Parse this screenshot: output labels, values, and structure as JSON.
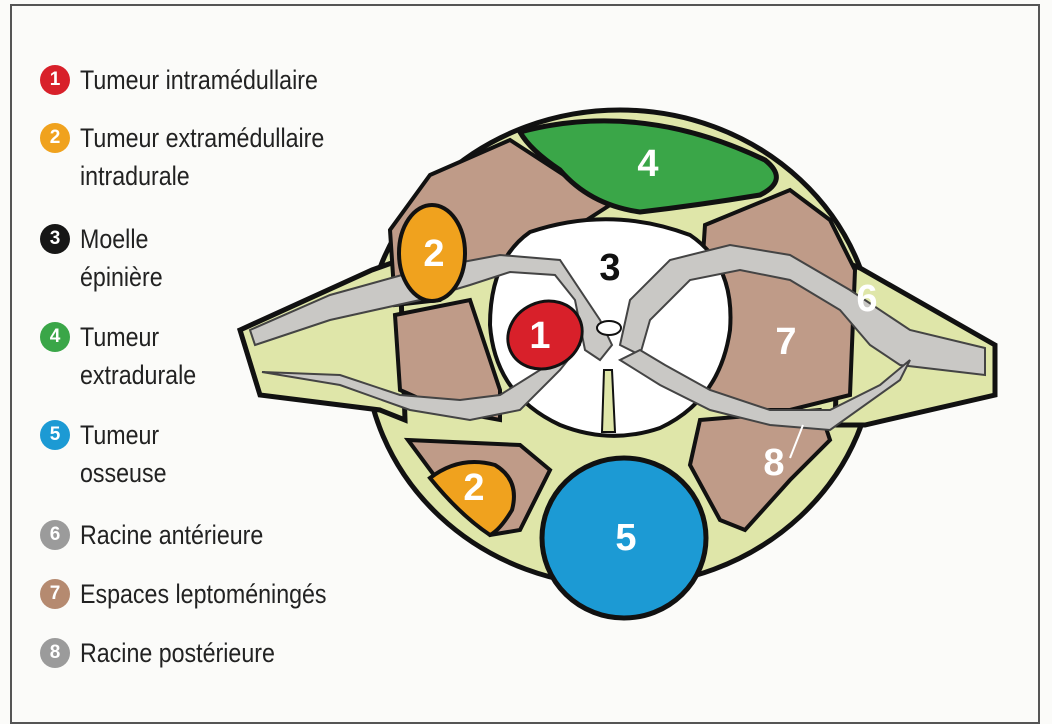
{
  "legend": [
    {
      "num": "1",
      "label": "Tumeur intramédullaire",
      "color": "#d8202a"
    },
    {
      "num": "2",
      "label": "Tumeur extramédullaire\nintradurale",
      "color": "#f0a21e"
    },
    {
      "num": "3",
      "label": "Moelle\népinière",
      "color": "#161616"
    },
    {
      "num": "4",
      "label": "Tumeur\nextradurale",
      "color": "#3aa648"
    },
    {
      "num": "5",
      "label": "Tumeur\nosseuse",
      "color": "#1c9ad4"
    },
    {
      "num": "6",
      "label": "Racine antérieure",
      "color": "#9b9b9b"
    },
    {
      "num": "7",
      "label": "Espaces leptoméningés",
      "color": "#b58a70"
    },
    {
      "num": "8",
      "label": "Racine postérieure",
      "color": "#9b9b9b"
    }
  ],
  "diagram_labels": {
    "intramedullary": "1",
    "intradural_top": "2",
    "intradural_bottom": "2",
    "spinal_cord": "3",
    "extradural": "4",
    "bone": "5",
    "anterior_root": "6",
    "leptomeningeal": "7",
    "posterior_root": "8"
  },
  "colors": {
    "outer_ring": "#dfe6a9",
    "leptomeningeal": "#bf9b88",
    "cord": "#ffffff",
    "nerve": "#c9c8c5",
    "extradural": "#3aa648",
    "bone": "#1c9ad4",
    "intradural": "#f0a21e",
    "intramedullary": "#d8202a",
    "outline": "#111111"
  }
}
